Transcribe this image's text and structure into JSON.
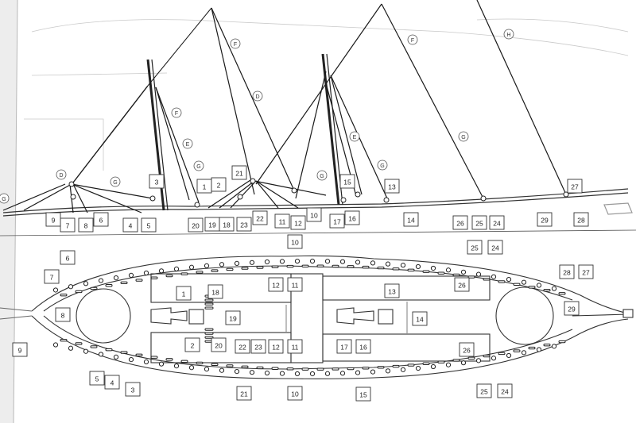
{
  "colors": {
    "paper": "#ffffff",
    "sheet": "#f4f4f2",
    "line": "#2a2a2a",
    "thin": "#8a8a8a",
    "rope": "#1a1a1a"
  },
  "side_view": {
    "boxes": [
      "1",
      "2",
      "3",
      "4",
      "5",
      "6",
      "7",
      "8",
      "9",
      "10",
      "11",
      "12",
      "13",
      "14",
      "15",
      "16",
      "17",
      "19",
      "18",
      "20",
      "21",
      "22",
      "23",
      "24",
      "25",
      "26",
      "27",
      "28",
      "29"
    ],
    "letters": [
      "D",
      "E",
      "E",
      "F",
      "F",
      "F",
      "D",
      "G",
      "G",
      "G",
      "G",
      "G",
      "G",
      "H"
    ]
  },
  "plan_view": {
    "boxes": [
      "1",
      "2",
      "3",
      "4",
      "5",
      "6",
      "7",
      "8",
      "9",
      "10",
      "10",
      "11",
      "11",
      "12",
      "12",
      "13",
      "14",
      "15",
      "16",
      "17",
      "18",
      "19",
      "20",
      "21",
      "22",
      "23",
      "24",
      "24",
      "25",
      "25",
      "26",
      "26",
      "27",
      "28",
      "29"
    ]
  }
}
